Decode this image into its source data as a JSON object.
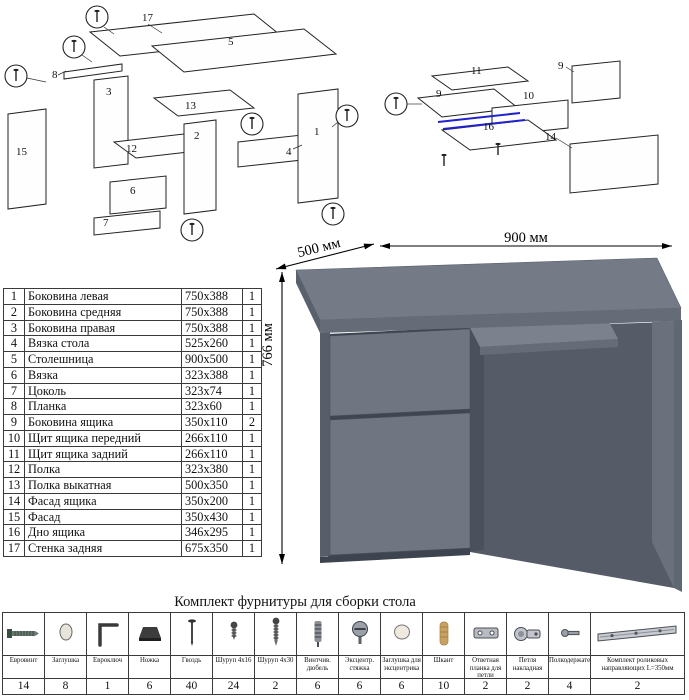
{
  "dimensions": {
    "width": "900 мм",
    "depth": "500 мм",
    "height": "766 мм"
  },
  "diagram_left": {
    "callouts": [
      "17",
      "5",
      "8",
      "3",
      "13",
      "12",
      "15",
      "2",
      "6",
      "7",
      "4",
      "1"
    ]
  },
  "diagram_right": {
    "callouts": [
      "11",
      "9",
      "9",
      "10",
      "16",
      "14"
    ]
  },
  "parts_table": {
    "rows": [
      {
        "num": "1",
        "name": "Боковина левая",
        "size": "750x388",
        "qty": "1"
      },
      {
        "num": "2",
        "name": "Боковина средняя",
        "size": "750x388",
        "qty": "1"
      },
      {
        "num": "3",
        "name": "Боковина правая",
        "size": "750x388",
        "qty": "1"
      },
      {
        "num": "4",
        "name": "Вязка стола",
        "size": "525x260",
        "qty": "1"
      },
      {
        "num": "5",
        "name": "Столешница",
        "size": "900x500",
        "qty": "1"
      },
      {
        "num": "6",
        "name": "Вязка",
        "size": "323x388",
        "qty": "1"
      },
      {
        "num": "7",
        "name": "Цоколь",
        "size": "323x74",
        "qty": "1"
      },
      {
        "num": "8",
        "name": "Планка",
        "size": "323x60",
        "qty": "1"
      },
      {
        "num": "9",
        "name": "Боковина ящика",
        "size": "350x110",
        "qty": "2"
      },
      {
        "num": "10",
        "name": "Щит ящика передний",
        "size": "266x110",
        "qty": "1"
      },
      {
        "num": "11",
        "name": "Щит ящика задний",
        "size": "266x110",
        "qty": "1"
      },
      {
        "num": "12",
        "name": "Полка",
        "size": "323x380",
        "qty": "1"
      },
      {
        "num": "13",
        "name": "Полка выкатная",
        "size": "500x350",
        "qty": "1"
      },
      {
        "num": "14",
        "name": "Фасад ящика",
        "size": "350x200",
        "qty": "1"
      },
      {
        "num": "15",
        "name": "Фасад",
        "size": "350x430",
        "qty": "1"
      },
      {
        "num": "16",
        "name": "Дно ящика",
        "size": "346x295",
        "qty": "1"
      },
      {
        "num": "17",
        "name": "Стенка задняя",
        "size": "675x350",
        "qty": "1"
      }
    ]
  },
  "hardware": {
    "title": "Комплект фурнитуры для сборки стола",
    "items": [
      {
        "label": "Евровинт",
        "qty": "14",
        "icon": "euro-screw"
      },
      {
        "label": "Заглушка",
        "qty": "8",
        "icon": "plug"
      },
      {
        "label": "Евроключ",
        "qty": "1",
        "icon": "hex-key"
      },
      {
        "label": "Ножка",
        "qty": "6",
        "icon": "foot"
      },
      {
        "label": "Гвоздь",
        "qty": "40",
        "icon": "nail"
      },
      {
        "label": "Шуруп 4x16",
        "qty": "24",
        "icon": "screw-small"
      },
      {
        "label": "Шуруп 4x30",
        "qty": "2",
        "icon": "screw-long"
      },
      {
        "label": "Винтчив. дюбель",
        "qty": "6",
        "icon": "dowel-screw"
      },
      {
        "label": "Эксцентр. стяжка",
        "qty": "6",
        "icon": "cam-lock"
      },
      {
        "label": "Заглушка для эксцентрика",
        "qty": "6",
        "icon": "cam-cover"
      },
      {
        "label": "Шкант",
        "qty": "10",
        "icon": "wood-dowel"
      },
      {
        "label": "Ответная планка для петли",
        "qty": "2",
        "icon": "hinge-plate"
      },
      {
        "label": "Петля накладная",
        "qty": "2",
        "icon": "hinge"
      },
      {
        "label": "Полкодержатель",
        "qty": "4",
        "icon": "shelf-pin"
      },
      {
        "label": "Комплект роликовых направляющих L=350мм",
        "qty": "2",
        "icon": "roller-guide"
      }
    ]
  }
}
